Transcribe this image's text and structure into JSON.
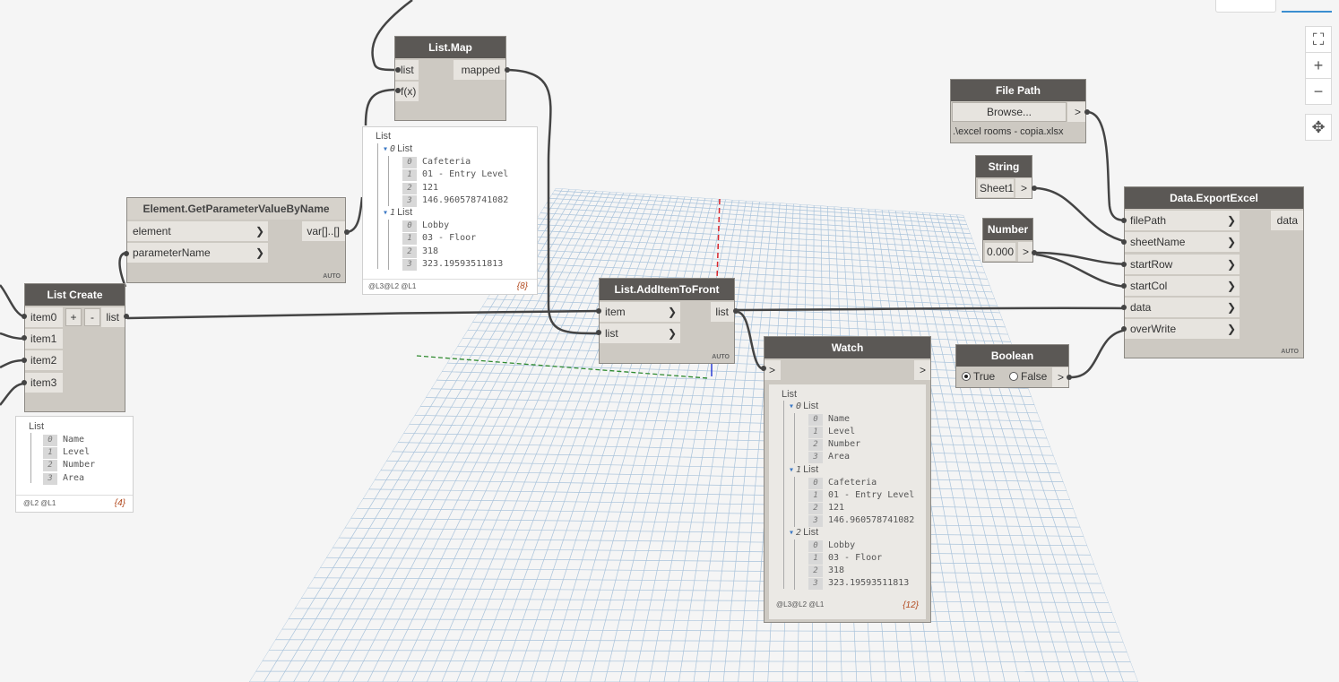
{
  "nodes": {
    "list_map": {
      "title": "List.Map",
      "in": [
        "list",
        "f(x)"
      ],
      "out": "mapped"
    },
    "get_param": {
      "title": "Element.GetParameterValueByName",
      "in": [
        "element",
        "parameterName"
      ],
      "out": "var[]..[]",
      "auto": "AUTO"
    },
    "list_create": {
      "title": "List Create",
      "in": [
        "item0",
        "item1",
        "item2",
        "item3"
      ],
      "plus": "+",
      "minus": "-",
      "out": "list"
    },
    "add_front": {
      "title": "List.AddItemToFront",
      "in": [
        "item",
        "list"
      ],
      "out": "list",
      "auto": "AUTO"
    },
    "watch": {
      "title": "Watch",
      "in": ">",
      "out": ">"
    },
    "file_path": {
      "title": "File Path",
      "button": "Browse...",
      "out": ">",
      "value": ".\\excel rooms - copia.xlsx"
    },
    "string": {
      "title": "String",
      "value": "Sheet1",
      "out": ">"
    },
    "number": {
      "title": "Number",
      "value": "0.000",
      "out": ">"
    },
    "boolean": {
      "title": "Boolean",
      "true_label": "True",
      "false_label": "False",
      "selected": "True",
      "out": ">"
    },
    "export": {
      "title": "Data.ExportExcel",
      "in": [
        "filePath",
        "sheetName",
        "startRow",
        "startCol",
        "data",
        "overWrite"
      ],
      "out": "data",
      "auto": "AUTO"
    }
  },
  "previews": {
    "list_map": {
      "root": "List",
      "rows": [
        {
          "type": "group",
          "label": "List",
          "idx": "0"
        },
        {
          "type": "item",
          "idx": "0",
          "text": "Cafeteria"
        },
        {
          "type": "item",
          "idx": "1",
          "text": "01 - Entry Level"
        },
        {
          "type": "item",
          "idx": "2",
          "text": "121"
        },
        {
          "type": "item",
          "idx": "3",
          "text": "146.960578741082"
        },
        {
          "type": "group",
          "label": "List",
          "idx": "1"
        },
        {
          "type": "item",
          "idx": "0",
          "text": "Lobby"
        },
        {
          "type": "item",
          "idx": "1",
          "text": "03 - Floor"
        },
        {
          "type": "item",
          "idx": "2",
          "text": "318"
        },
        {
          "type": "item",
          "idx": "3",
          "text": "323.19593511813"
        }
      ],
      "levels": "@L3@L2 @L1",
      "count": "{8}"
    },
    "list_create": {
      "root": "List",
      "rows": [
        {
          "type": "item",
          "idx": "0",
          "text": "Name"
        },
        {
          "type": "item",
          "idx": "1",
          "text": "Level"
        },
        {
          "type": "item",
          "idx": "2",
          "text": "Number"
        },
        {
          "type": "item",
          "idx": "3",
          "text": "Area"
        }
      ],
      "levels": "@L2 @L1",
      "count": "{4}"
    },
    "watch": {
      "root": "List",
      "rows": [
        {
          "type": "group",
          "label": "List",
          "idx": "0"
        },
        {
          "type": "item",
          "idx": "0",
          "text": "Name"
        },
        {
          "type": "item",
          "idx": "1",
          "text": "Level"
        },
        {
          "type": "item",
          "idx": "2",
          "text": "Number"
        },
        {
          "type": "item",
          "idx": "3",
          "text": "Area"
        },
        {
          "type": "group",
          "label": "List",
          "idx": "1"
        },
        {
          "type": "item",
          "idx": "0",
          "text": "Cafeteria"
        },
        {
          "type": "item",
          "idx": "1",
          "text": "01 - Entry Level"
        },
        {
          "type": "item",
          "idx": "2",
          "text": "121"
        },
        {
          "type": "item",
          "idx": "3",
          "text": "146.960578741082"
        },
        {
          "type": "group",
          "label": "List",
          "idx": "2"
        },
        {
          "type": "item",
          "idx": "0",
          "text": "Lobby"
        },
        {
          "type": "item",
          "idx": "1",
          "text": "03 - Floor"
        },
        {
          "type": "item",
          "idx": "2",
          "text": "318"
        },
        {
          "type": "item",
          "idx": "3",
          "text": "323.19593511813"
        }
      ],
      "levels": "@L3@L2 @L1",
      "count": "{12}"
    }
  },
  "canvas_controls": {
    "zoom_to_fit": "⛶",
    "zoom_in": "+",
    "zoom_out": "−",
    "pan": "✥"
  },
  "colors": {
    "node_header": "#5b5855",
    "node_body": "#cdc9c2",
    "wire": "#444444",
    "grid": "#a9c3db",
    "canvas": "#f5f5f5"
  }
}
